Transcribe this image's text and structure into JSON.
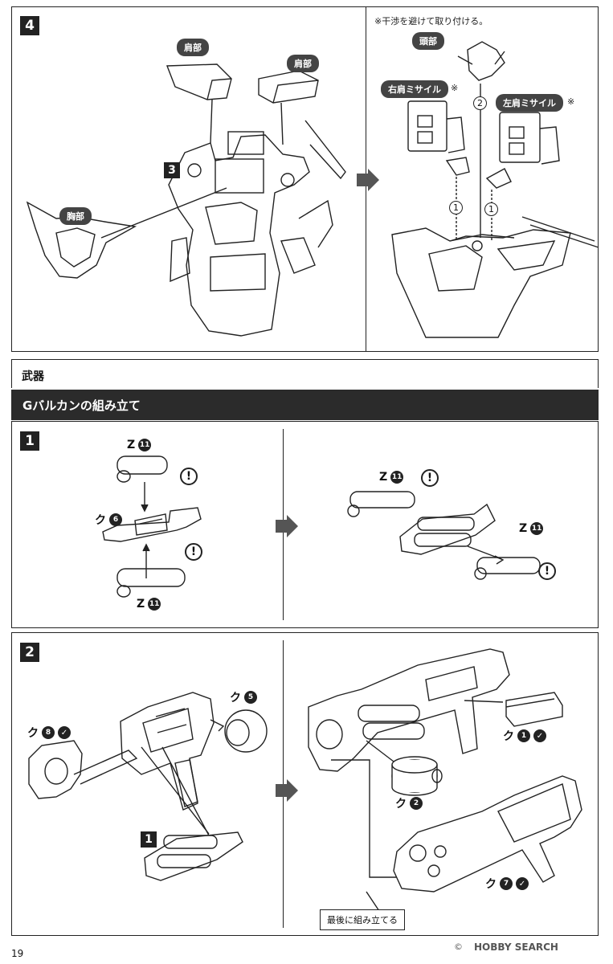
{
  "step4": {
    "number": "4",
    "sub_step": "3",
    "note": "※干渉を避けて取り付ける。",
    "labels": {
      "shoulder_left": "肩部",
      "shoulder_right": "肩部",
      "chest": "胸部",
      "head": "頭部",
      "right_missile": "右肩ミサイル",
      "left_missile": "左肩ミサイル",
      "star": "※",
      "order_1a": "1",
      "order_1b": "1",
      "order_2": "2"
    }
  },
  "weapons": {
    "section_title": "武器",
    "bar_title": "Gバルカンの組み立て"
  },
  "step1": {
    "number": "1",
    "parts": [
      {
        "letter": "Z",
        "num": "11"
      },
      {
        "letter": "ク",
        "num": "6"
      },
      {
        "letter": "Z",
        "num": "11"
      },
      {
        "letter": "Z",
        "num": "11"
      },
      {
        "letter": "Z",
        "num": "11"
      }
    ],
    "warn": "!"
  },
  "step2": {
    "number": "2",
    "sub_step": "1",
    "parts": {
      "k5": {
        "letter": "ク",
        "num": "5"
      },
      "k8": {
        "letter": "ク",
        "num": "8"
      },
      "k1": {
        "letter": "ク",
        "num": "1"
      },
      "k2": {
        "letter": "ク",
        "num": "2"
      },
      "k7": {
        "letter": "ク",
        "num": "7"
      }
    },
    "last_note": "最後に組み立てる"
  },
  "footer": {
    "page": "19",
    "watermark": "HOBBY SEARCH",
    "copyright": "©"
  }
}
